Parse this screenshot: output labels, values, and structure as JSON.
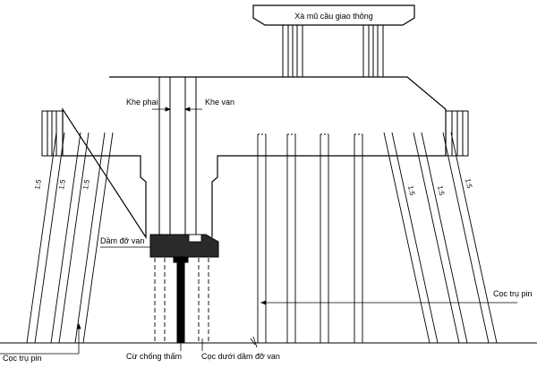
{
  "labels": {
    "xa_mu": "Xà mũ cầu giao thông",
    "khe_phai": "Khe phai",
    "khe_van": "Khe van",
    "dam_do_van": "Dầm đỡ van",
    "coc_tru_pin_right": "Cọc trụ pin",
    "coc_tru_pin_left": "Cọc trụ pin",
    "cu_chong_tham": "Cừ chống thấm",
    "coc_duoi_dam": "Cọc dưới dầm đỡ van"
  },
  "slopes": {
    "s1": "1:5",
    "s2": "1:5",
    "s3": "1:5",
    "s4": "1:5",
    "s5": "1:5",
    "s6": "1:5"
  }
}
